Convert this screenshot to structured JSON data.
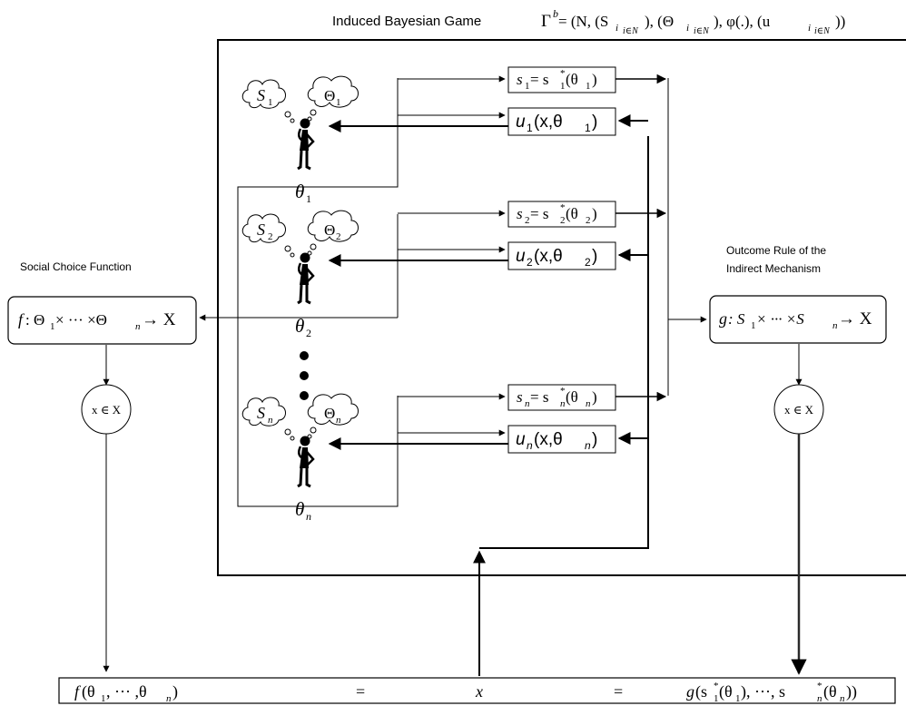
{
  "header": {
    "title": "Induced Bayesian Game",
    "formula": {
      "gamma": "Γ",
      "b": "b",
      "eq": " = (N, (S",
      "i": "i",
      "sub": "i∈N",
      "comma": "), (Θ",
      "i2": "i",
      "sub2": "i∈N",
      "phi": "), φ(.), (u",
      "i3": "i",
      "sub3": "i∈N",
      "close": "))"
    }
  },
  "left": {
    "label": "Social Choice Function",
    "box": {
      "f": "f",
      "colon": " : Θ",
      "s1": "1",
      "mid": " × ··· ×Θ",
      "sn": "n",
      "arrow": " → X"
    },
    "circle": "x ∈ X"
  },
  "right": {
    "label_line1": "Outcome Rule of  the",
    "label_line2": "Indirect Mechanism",
    "box": {
      "g": "g",
      "colon": " : S",
      "s1": "1",
      "mid": " × ··· ×S",
      "sn": "n",
      "arrow": " → X"
    },
    "circle": "x ∈ X"
  },
  "agents": [
    {
      "index": "1",
      "thought_s": "S",
      "thought_theta": "Θ",
      "theta": "θ",
      "strategy": {
        "s": "s",
        "eq": " = s",
        "star": "*",
        "arg": "(θ",
        "close": ")"
      },
      "utility": {
        "u": "u",
        "arg": "(x,θ",
        "close": ")"
      }
    },
    {
      "index": "2",
      "thought_s": "S",
      "thought_theta": "Θ",
      "theta": "θ",
      "strategy": {
        "s": "s",
        "eq": " = s",
        "star": "*",
        "arg": "(θ",
        "close": ")"
      },
      "utility": {
        "u": "u",
        "arg": "(x,θ",
        "close": ")"
      }
    },
    {
      "index": "n",
      "thought_s": "S",
      "thought_theta": "Θ",
      "theta": "θ",
      "strategy": {
        "s": "s",
        "eq": " = s",
        "star": "*",
        "arg": "(θ",
        "close": ")"
      },
      "utility": {
        "u": "u",
        "arg": "(x,θ",
        "close": ")"
      }
    }
  ],
  "bottom": {
    "left_f": "f",
    "left_args": "(θ",
    "left_1": "1",
    "left_dots": ", ··· ,θ",
    "left_n": "n",
    "left_close": ")",
    "eq1": "=",
    "x": "x",
    "eq2": "=",
    "right_g": "g",
    "right_open": "(s",
    "right_star1": "*",
    "right_1": "1",
    "right_theta1": "(θ",
    "right_1b": "1",
    "right_mid": "), ···, s",
    "right_starn": "*",
    "right_n": "n",
    "right_thetan": "(θ",
    "right_nb": "n",
    "right_close": "))"
  }
}
